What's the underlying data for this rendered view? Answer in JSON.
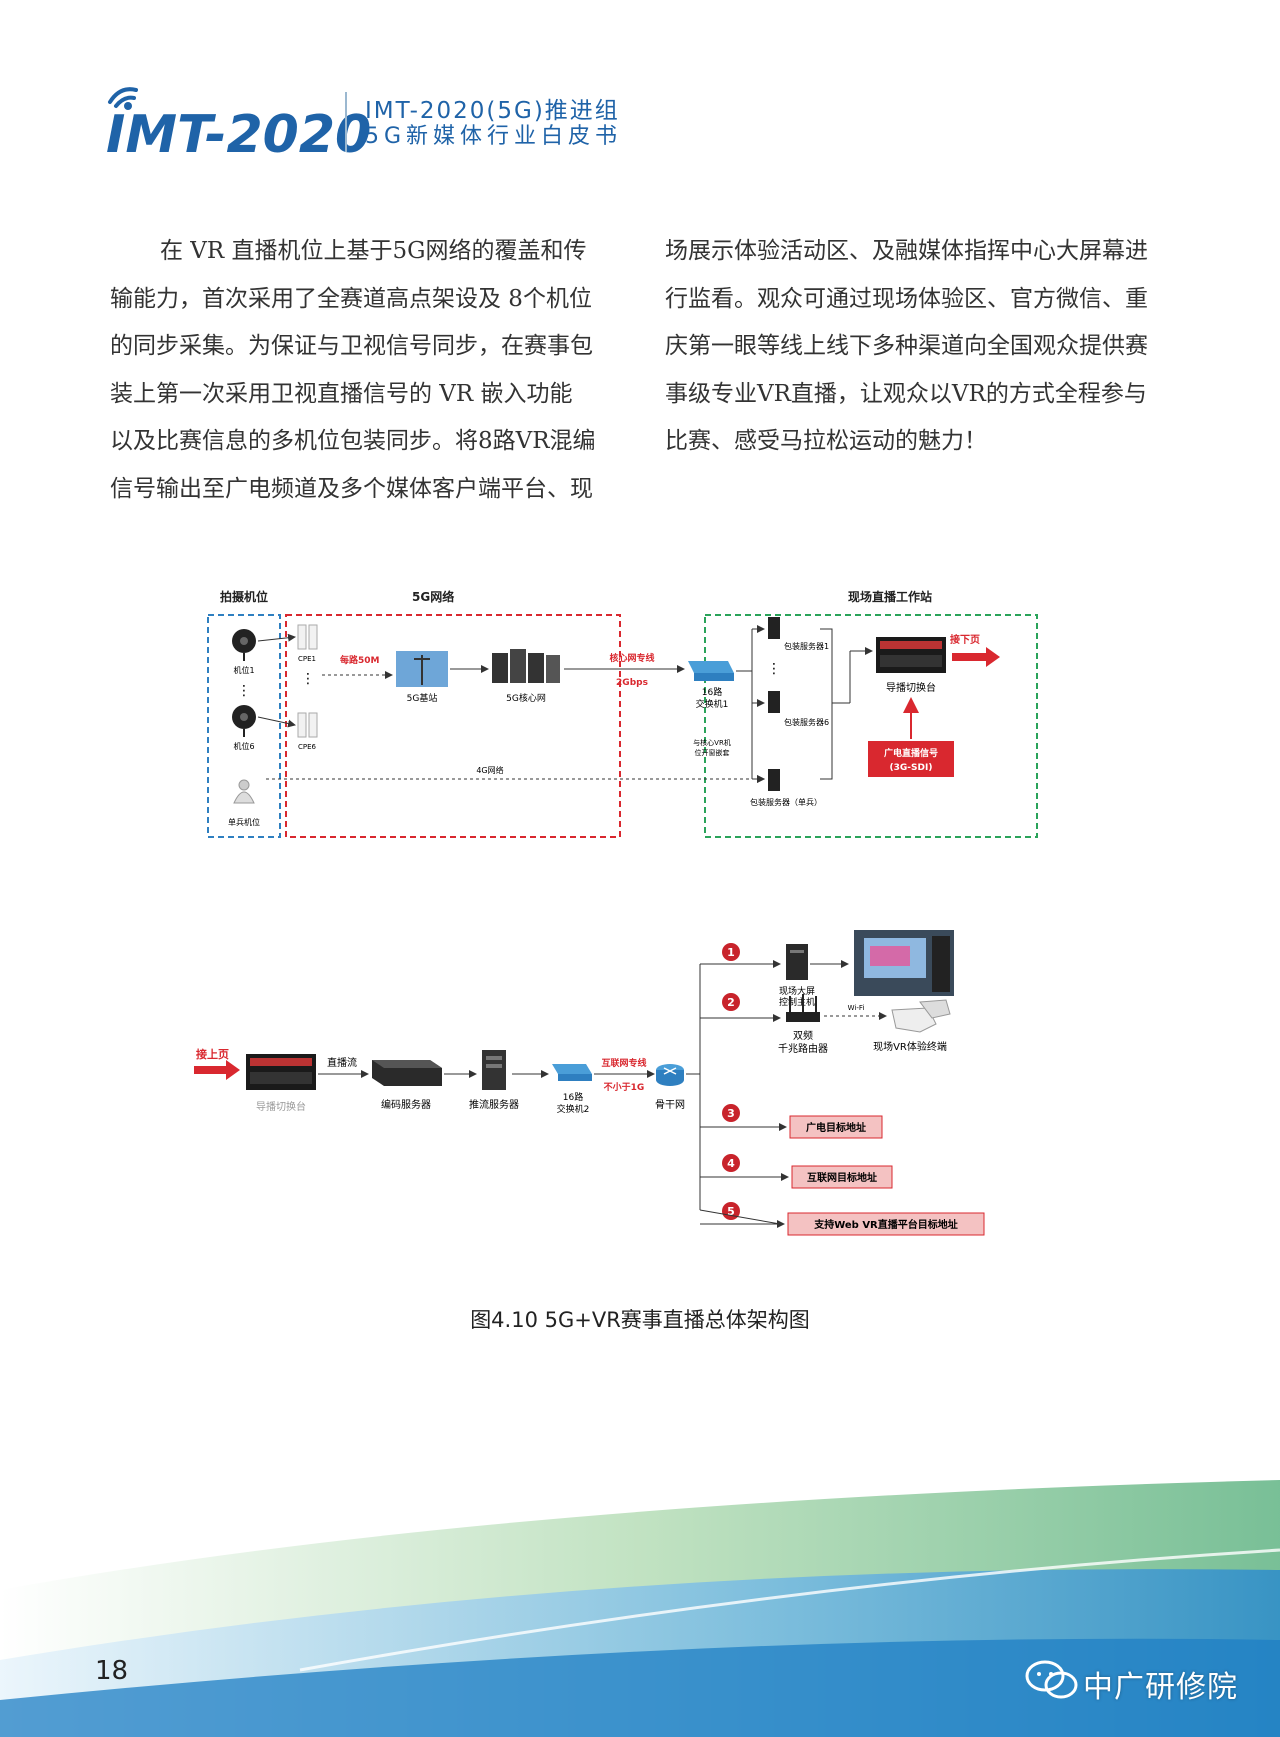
{
  "header": {
    "logo_text": "IMT-2020",
    "title": "IMT-2020(5G)推进组",
    "subtitle": "5G新媒体行业白皮书"
  },
  "body": {
    "left_lines": [
      "在 VR 直播机位上基于5G网络的覆盖和传",
      "输能力，首次采用了全赛道高点架设及 8个机位",
      "的同步采集。为保证与卫视信号同步，在赛事包",
      "装上第一次采用卫视直播信号的 VR 嵌入功能",
      "以及比赛信息的多机位包装同步。将8路VR混编",
      "信号输出至广电频道及多个媒体客户端平台、现"
    ],
    "right_lines": [
      "场展示体验活动区、及融媒体指挥中心大屏幕进",
      "行监看。观众可通过现场体验区、官方微信、重",
      "庆第一眼等线上线下多种渠道向全国观众提供赛",
      "事级专业VR直播，让观众以VR的方式全程参与",
      "比赛、感受马拉松运动的魅力！"
    ]
  },
  "diagram_top": {
    "group_camera": "拍摄机位",
    "group_5g": "5G网络",
    "group_station": "现场直播工作站",
    "cam1": "机位1",
    "cam6": "机位6",
    "single_cam": "单兵机位",
    "cpe1": "CPE1",
    "cpe6": "CPE6",
    "per_link": "每路50M",
    "base_station": "5G基站",
    "core_network": "5G核心网",
    "core_line": "核心网专线",
    "bandwidth": "2Gbps",
    "switch1_line1": "16路",
    "switch1_line2": "交换机1",
    "pack_server1": "包装服务器1",
    "pack_server6": "包装服务器6",
    "pack_server_single": "包装服务器（单兵）",
    "vr_note_line1": "与核心VR机",
    "vr_note_line2": "位开窗嵌套",
    "net_4g": "4G网络",
    "director_switcher": "导播切换台",
    "broadcast_signal_line1": "广电直播信号",
    "broadcast_signal_line2": "(3G-SDI)",
    "next_page": "接下页"
  },
  "diagram_bottom": {
    "prev_page": "接上页",
    "director_switcher": "导播切换台",
    "stream": "直播流",
    "encode_server": "编码服务器",
    "push_server": "推流服务器",
    "switch2_line1": "16路",
    "switch2_line2": "交换机2",
    "internet_line": "互联网专线",
    "min_bw": "不小于1G",
    "backbone": "骨干网",
    "n1": "1",
    "n2": "2",
    "n3": "3",
    "n4": "4",
    "n5": "5",
    "screen_host_line1": "现场大屏",
    "screen_host_line2": "控制主机",
    "wifi": "Wi-Fi",
    "router_line1": "双频",
    "router_line2": "千兆路由器",
    "vr_terminal": "现场VR体验终端",
    "dest1": "广电目标地址",
    "dest2": "互联网目标地址",
    "dest3": "支持Web VR直播平台目标地址"
  },
  "caption": "图4.10 5G+VR赛事直播总体架构图",
  "footer": {
    "page_number": "18",
    "watermark": "中广研修院"
  },
  "colors": {
    "brand_blue": "#1f63a8",
    "accent_red": "#d9282f",
    "dashed_blue": "#2e7fc0",
    "dashed_red": "#d9282f",
    "dashed_green": "#2aa35a"
  }
}
